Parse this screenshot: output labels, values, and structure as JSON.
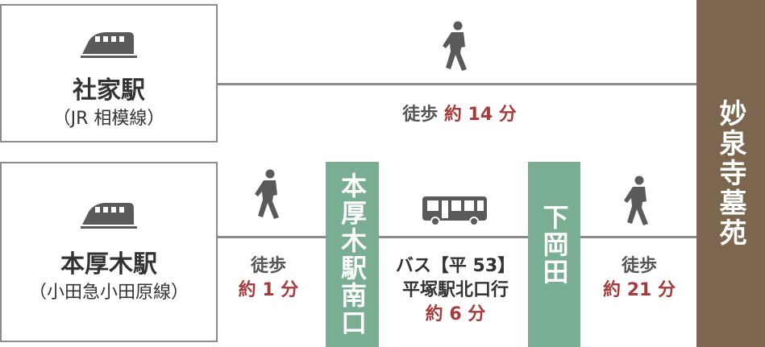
{
  "colors": {
    "border": "#8a8a8a",
    "icon": "#5a5a5a",
    "accent": "#a73a3a",
    "bus_stop_green": "#7aae92",
    "destination_brown": "#7d6650"
  },
  "destination": {
    "name": "妙泉寺墓苑"
  },
  "route_top": {
    "station_name": "社家駅",
    "station_line": "（JR 相模線）",
    "walk_label": "徒歩",
    "walk_time": "約 14 分"
  },
  "route_bottom": {
    "station_name": "本厚木駅",
    "station_line": "（小田急小田原線）",
    "walk1_label": "徒歩",
    "walk1_time": "約 1 分",
    "bus_stop_1": "本厚木駅南口",
    "bus_line": "バス【平 53】",
    "bus_dest": "平塚駅北口行",
    "bus_time": "約 6 分",
    "bus_stop_2": "下岡田",
    "walk2_label": "徒歩",
    "walk2_time": "約 21 分"
  },
  "icons": [
    "train-icon",
    "walking-person-icon",
    "bus-icon"
  ]
}
